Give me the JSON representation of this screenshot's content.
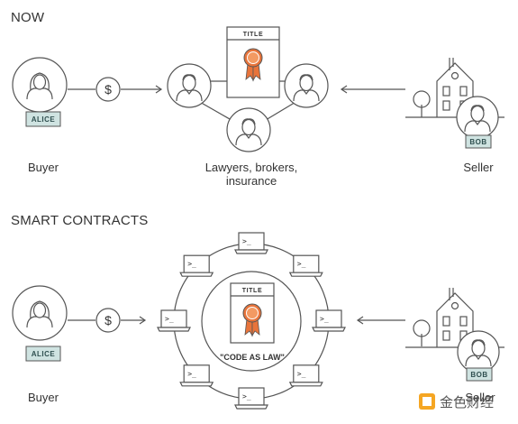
{
  "sections": {
    "now_title": "NOW",
    "smart_title": "SMART CONTRACTS"
  },
  "now": {
    "buyer_label": "Buyer",
    "buyer_badge": "ALICE",
    "currency_symbol": "$",
    "middle_label_line1": "Lawyers, brokers,",
    "middle_label_line2": "insurance",
    "doc_title": "TITLE",
    "seller_label": "Seller",
    "seller_badge": "BOB"
  },
  "smart": {
    "buyer_label": "Buyer",
    "buyer_badge": "ALICE",
    "currency_symbol": "$",
    "doc_title": "TITLE",
    "code_law": "\"CODE AS LAW\"",
    "seller_label": "Seller",
    "seller_badge": "BOB",
    "terminal_glyph": ">_"
  },
  "watermark": {
    "text": "金色财经",
    "accent": "#f5a623"
  },
  "colors": {
    "stroke": "#555555",
    "badge_fill": "#cfe3e1",
    "ribbon_orange": "#e8743b"
  }
}
